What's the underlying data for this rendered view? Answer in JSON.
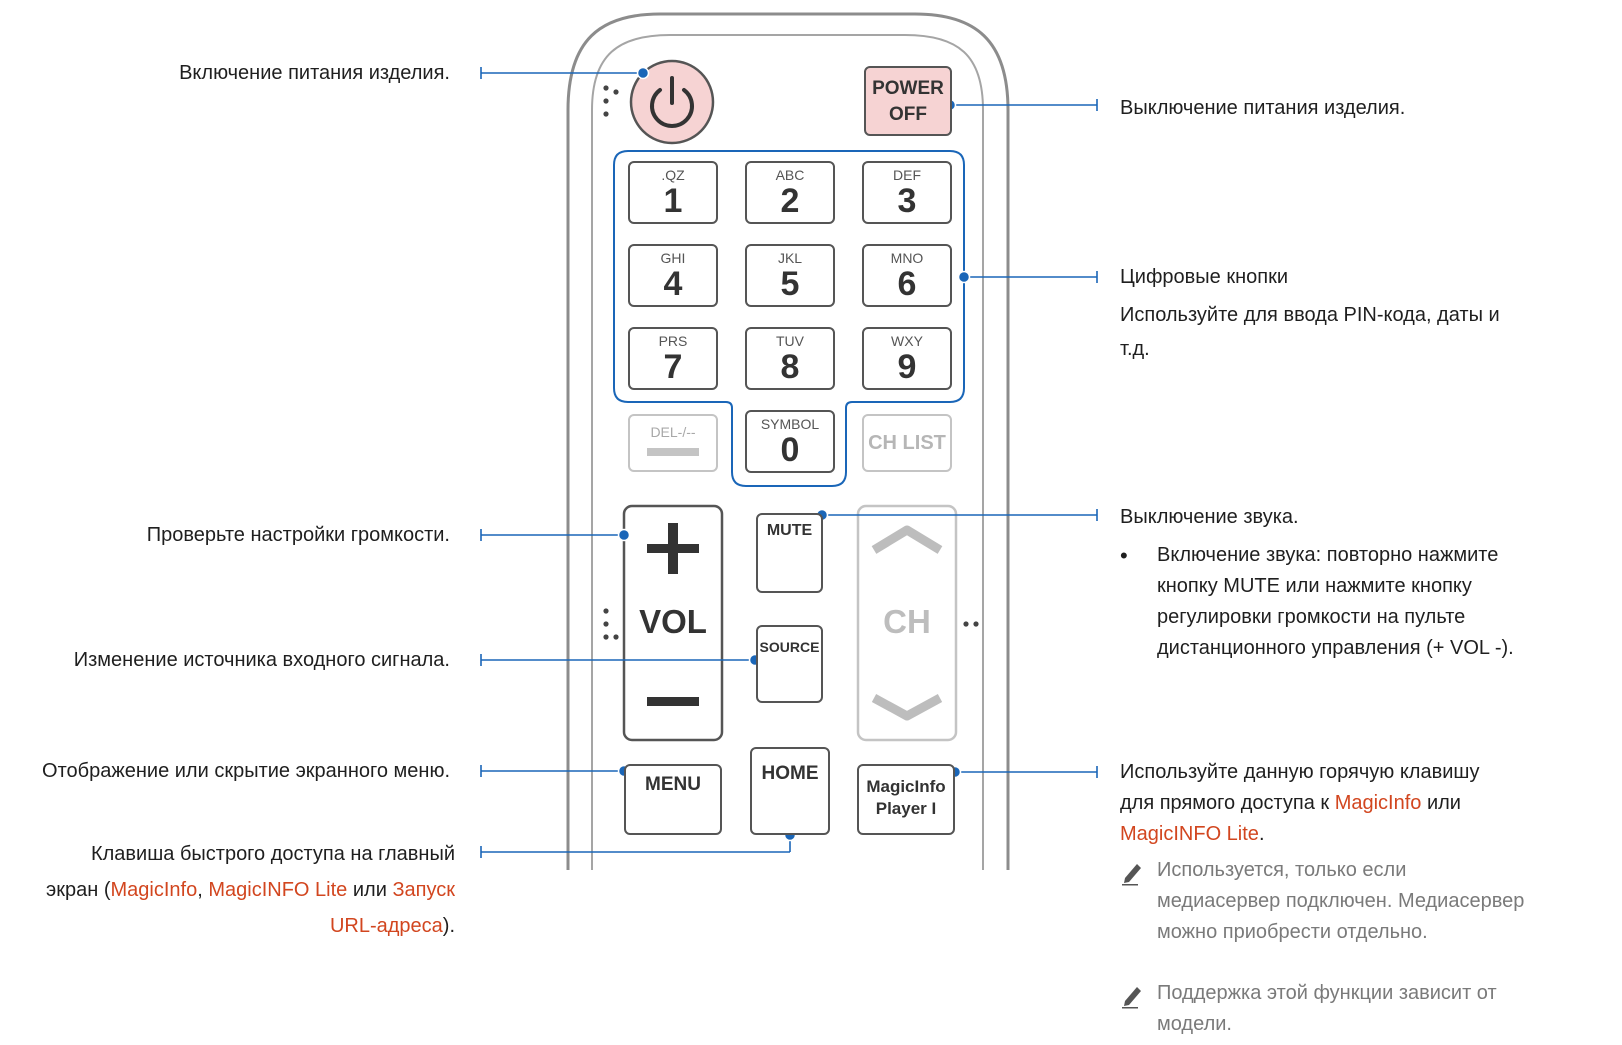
{
  "callouts_left": {
    "power_on": "Включение питания изделия.",
    "volume": "Проверьте настройки громкости.",
    "source": "Изменение источника входного сигнала.",
    "menu": "Отображение или скрытие экранного меню.",
    "home_line1": "Клавиша быстрого доступа на главный",
    "home_line2_prefix": "экран (",
    "home_magicinfo": "MagicInfo",
    "home_sep1": ", ",
    "home_magicinfo_lite": "MagicINFO Lite",
    "home_or": " или ",
    "home_launch1": "Запуск",
    "home_launch2": "URL-адреса",
    "home_end": ")."
  },
  "callouts_right": {
    "power_off": "Выключение питания изделия.",
    "digits_title": "Цифровые кнопки",
    "digits_desc_line1": "Используйте для ввода PIN-кода, даты и",
    "digits_desc_line2": "т.д.",
    "mute_title": "Выключение звука.",
    "mute_bullet_line1": "Включение звука: повторно нажмите",
    "mute_bullet_line2_a": "кнопку ",
    "mute_bullet_line2_b": "MUTE",
    "mute_bullet_line2_c": " или нажмите кнопку",
    "mute_bullet_line3": "регулировки громкости на пульте",
    "mute_bullet_line4_a": "дистанционного управления (",
    "mute_bullet_line4_b": "+ VOL -",
    "mute_bullet_line4_c": ").",
    "magic_line1": "Используйте данную горячую клавишу",
    "magic_line2_a": "для прямого доступа к ",
    "magic_line2_b": "MagicInfo",
    "magic_line2_c": " или",
    "magic_line3": "MagicINFO Lite",
    "magic_line3_end": ".",
    "note1_line1": "Используется, только если",
    "note1_line2": "медиасервер подключен. Медиасервер",
    "note1_line3": "можно приобрести отдельно.",
    "note2_line1": "Поддержка этой функции зависит от",
    "note2_line2": "модели."
  },
  "remote": {
    "power_off_line1": "POWER",
    "power_off_line2": "OFF",
    "digits": [
      {
        "sub": ".QZ",
        "num": "1"
      },
      {
        "sub": "ABC",
        "num": "2"
      },
      {
        "sub": "DEF",
        "num": "3"
      },
      {
        "sub": "GHI",
        "num": "4"
      },
      {
        "sub": "JKL",
        "num": "5"
      },
      {
        "sub": "MNO",
        "num": "6"
      },
      {
        "sub": "PRS",
        "num": "7"
      },
      {
        "sub": "TUV",
        "num": "8"
      },
      {
        "sub": "WXY",
        "num": "9"
      }
    ],
    "del_label": "DEL-/--",
    "symbol_label": "SYMBOL",
    "zero": "0",
    "ch_list": "CH LIST",
    "vol_label": "VOL",
    "ch_label": "CH",
    "mute_label": "MUTE",
    "source_label": "SOURCE",
    "menu_label": "MENU",
    "home_label": "HOME",
    "magicinfo_line1": "MagicInfo",
    "magicinfo_line2": "Player I"
  },
  "colors": {
    "accent": "#d2461f",
    "callout": "#1a66b8",
    "power_fill": "#f6d3d3",
    "note": "#7a7a7a"
  },
  "icons": [
    "power-icon",
    "mute-icon",
    "source-icon",
    "menu-icon",
    "home-icon",
    "note-pencil-icon"
  ]
}
